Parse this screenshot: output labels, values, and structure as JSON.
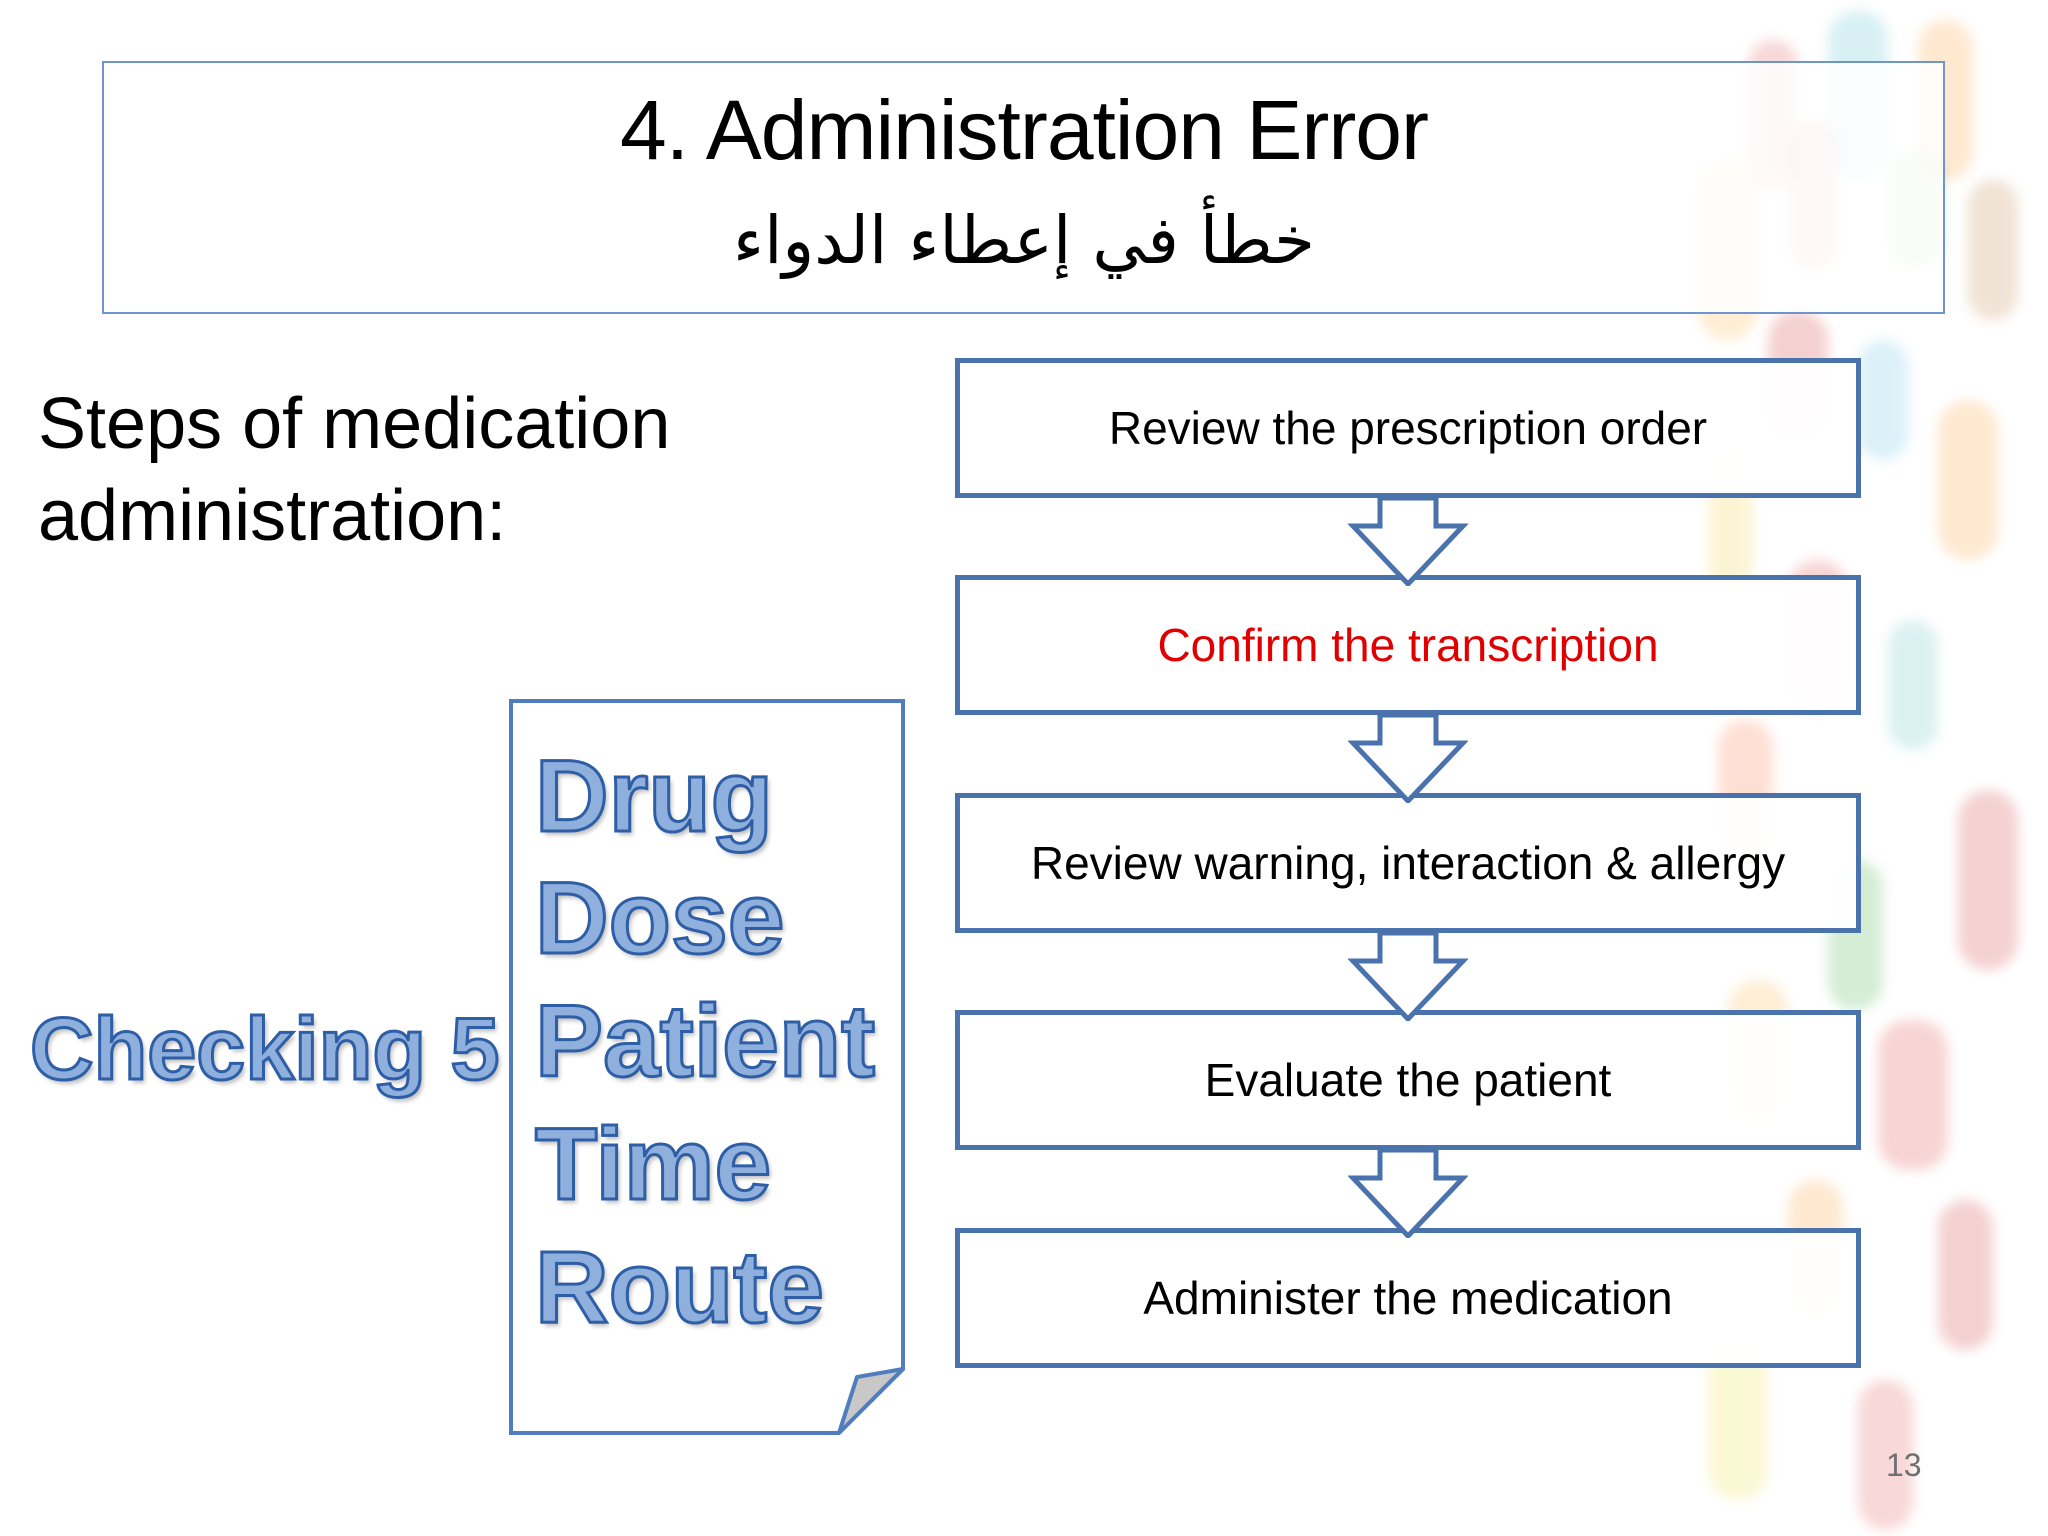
{
  "slide": {
    "title_en": "4. Administration Error",
    "title_ar": "خطأ في إعطاء الدواء",
    "subtitle_lines": [
      "Steps of medication",
      "administration:"
    ],
    "page_number": "13"
  },
  "flowchart": {
    "border_color": "#4a72ac",
    "highlight_color": "#e00000",
    "steps": [
      {
        "label": "Review the prescription order",
        "highlight": false
      },
      {
        "label": "Confirm the transcription",
        "highlight": true
      },
      {
        "label": "Review warning, interaction & allergy",
        "highlight": false
      },
      {
        "label": "Evaluate the patient",
        "highlight": false
      },
      {
        "label": "Administer the medication",
        "highlight": false
      }
    ]
  },
  "checklist": {
    "heading": "Checking 5",
    "items": [
      "Drug",
      "Dose",
      "Patient",
      "Time",
      "Route"
    ],
    "text_fill": "#8fb0dc",
    "text_outline": "#2d5ea6"
  }
}
